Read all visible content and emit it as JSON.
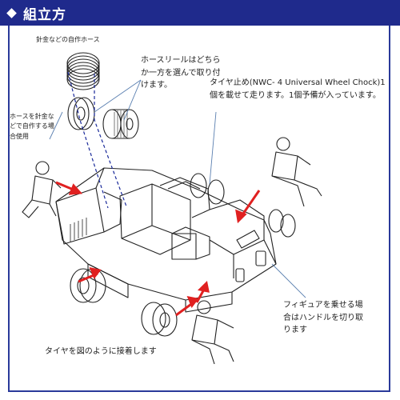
{
  "header": {
    "title": "組立方",
    "bar_color": "#1f2a8c"
  },
  "notes": {
    "wire_hose": "針金などの自作ホース",
    "hose_reel": "ホースリールはどちらか一方を選んで取り付けます。",
    "hose_diy": "ホースを針金などで自作する場合使用",
    "chock": "タイヤ止め(NWC- 4 Universal Wheel Chock)1個を載せて走ります。1個予備が入っています。",
    "figure": "フィギュアを乗せる場合はハンドルを切り取ります",
    "tires": "タイヤを図のように接着します"
  },
  "colors": {
    "arrow": "#e02020",
    "guide_line": "#1a2a9a",
    "leader": "#5a7fb0",
    "ink": "#222222"
  }
}
